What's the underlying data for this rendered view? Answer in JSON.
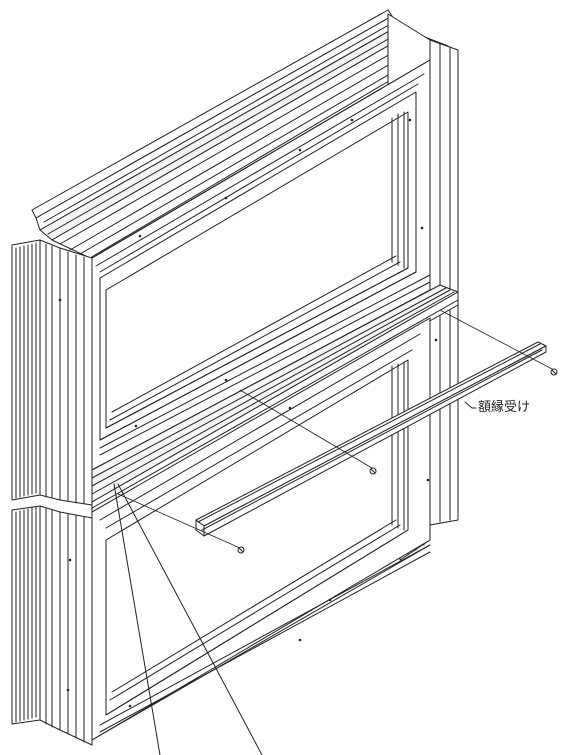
{
  "diagram": {
    "callout_label": "額縁受け",
    "ink_color": "#222222",
    "paper_color": "#ffffff",
    "subject": "window-frame-assembly",
    "part_shown": "sill-receiver-strip",
    "fasteners": [
      "screw",
      "screw",
      "screw"
    ]
  }
}
